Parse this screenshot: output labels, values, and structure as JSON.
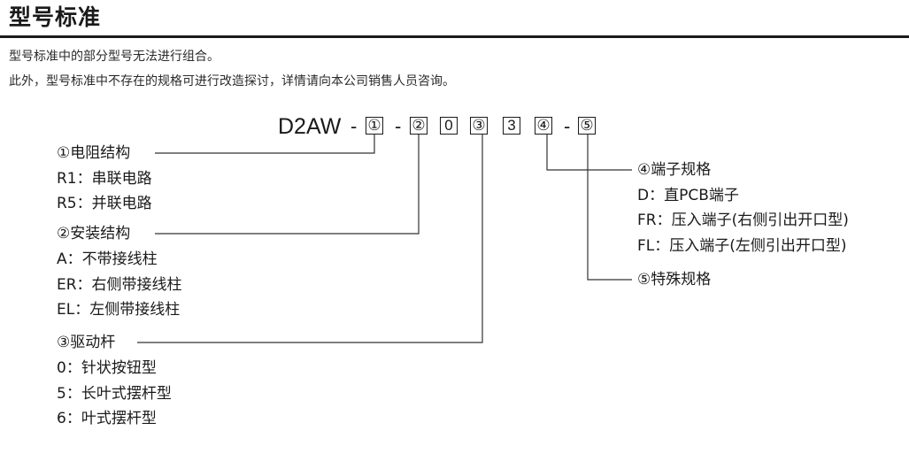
{
  "title": "型号标准",
  "intro": [
    "型号标准中的部分型号无法进行组合。",
    "此外，型号标准中不存在的规格可进行改造探讨，详情请向本公司销售人员咨询。"
  ],
  "model_code": {
    "prefix": "D2AW",
    "dash": "-",
    "boxes": [
      "①",
      "②",
      "0",
      "③",
      "3",
      "④",
      "⑤"
    ]
  },
  "options": {
    "resistor": {
      "heading": "①电阻结构",
      "items": [
        "R1：串联电路",
        "R5：并联电路"
      ]
    },
    "mounting": {
      "heading": "②安装结构",
      "items": [
        "A：不带接线柱",
        "ER：右侧带接线柱",
        "EL：左侧带接线柱"
      ]
    },
    "actuator": {
      "heading": "③驱动杆",
      "items": [
        "0：针状按钮型",
        "5：长叶式摆杆型",
        "6：叶式摆杆型"
      ]
    },
    "terminal": {
      "heading": "④端子规格",
      "items": [
        "D：直PCB端子",
        "FR：压入端子(右侧引出开口型)",
        "FL：压入端子(左侧引出开口型)"
      ]
    },
    "special": {
      "heading": "⑤特殊规格"
    }
  }
}
